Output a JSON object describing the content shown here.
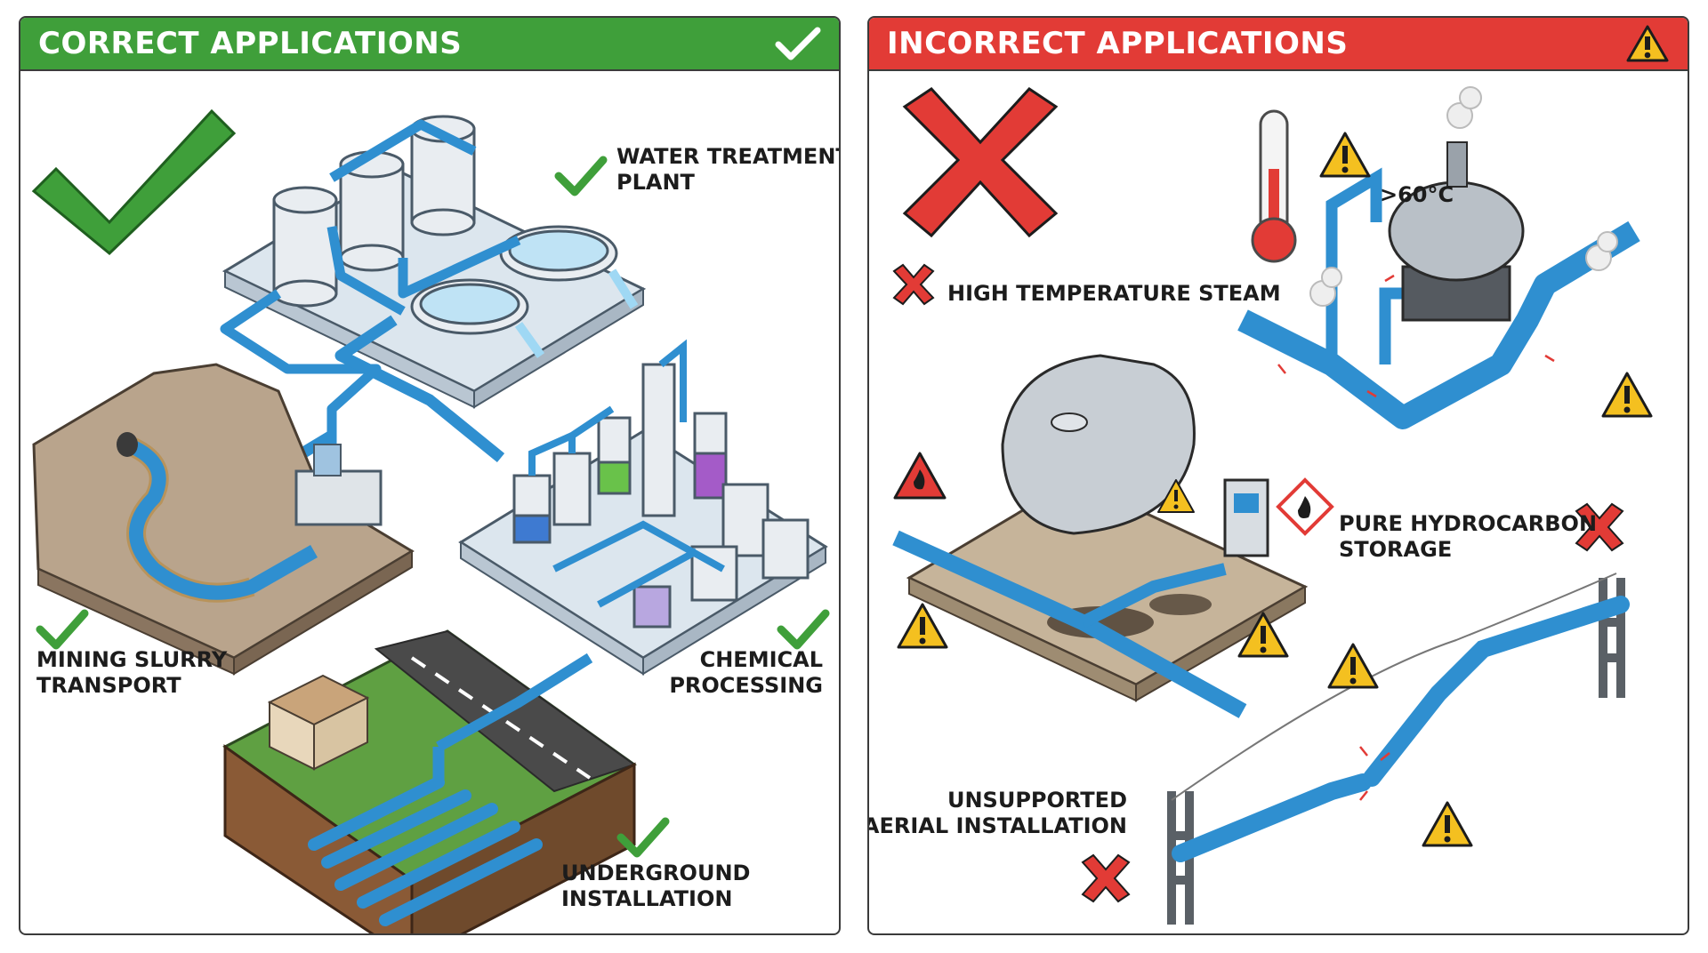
{
  "colors": {
    "correct": "#3f9f3a",
    "incorrect": "#e23b36",
    "pipe": "#2f8fd0",
    "warning": "#f4c020"
  },
  "correct": {
    "header": "CORRECT APPLICATIONS",
    "icon": "check-icon",
    "items": [
      {
        "id": "water",
        "line1": "WATER TREATMENT",
        "line2": "PLANT"
      },
      {
        "id": "mining",
        "line1": "MINING SLURRY",
        "line2": "TRANSPORT"
      },
      {
        "id": "chemical",
        "line1": "CHEMICAL",
        "line2": "PROCESSING"
      },
      {
        "id": "underground",
        "line1": "UNDERGROUND",
        "line2": "INSTALLATION"
      }
    ]
  },
  "incorrect": {
    "header": "INCORRECT APPLICATIONS",
    "icon": "warning-icon",
    "temperature": ">60°C",
    "items": [
      {
        "id": "steam",
        "line1": "HIGH TEMPERATURE STEAM"
      },
      {
        "id": "hydrocarbon",
        "line1": "PURE HYDROCARBON",
        "line2": "STORAGE"
      },
      {
        "id": "aerial",
        "line1": "UNSUPPORTED",
        "line2": "AERIAL INSTALLATION"
      }
    ]
  }
}
